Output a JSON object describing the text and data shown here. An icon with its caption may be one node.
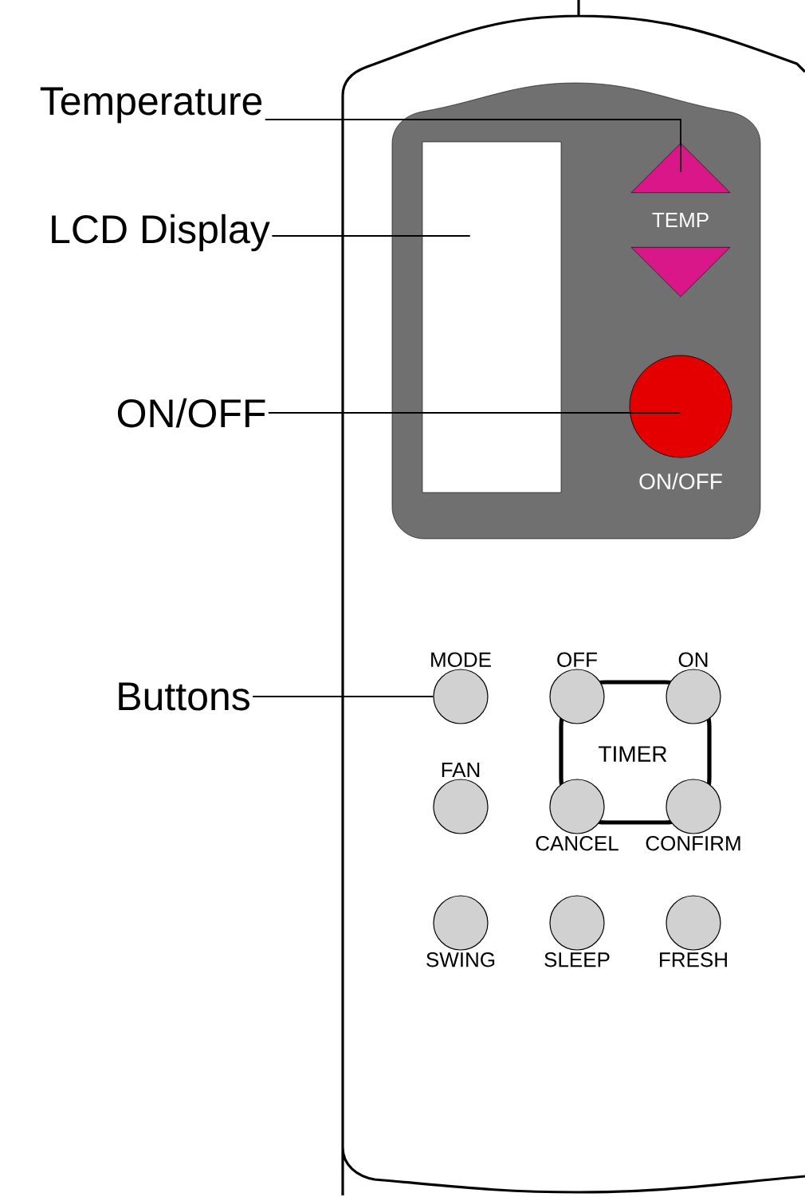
{
  "diagram": {
    "nodes": [
      {
        "text": [
          "Temperature"
        ]
      },
      {
        "text": [
          "LCD Display"
        ]
      },
      {
        "text": [
          "ON/OFF"
        ]
      },
      {
        "text": [
          "Buttons"
        ]
      },
      {
        "text": [],
        "shape": "triangle"
      },
      {
        "text": [],
        "shape": "triangle"
      },
      {
        "text": [],
        "shape": "box"
      },
      {
        "text": [
          "ON/OFF"
        ]
      },
      {
        "text": [
          "MODE"
        ]
      },
      {
        "text": [
          "OFF"
        ]
      },
      {
        "text": [
          "ON"
        ]
      },
      {
        "text": [
          "FAN"
        ]
      },
      {
        "text": [
          "CANCEL"
        ]
      },
      {
        "text": [
          "CONFIRM"
        ]
      },
      {
        "text": [
          "SWING"
        ]
      },
      {
        "text": [
          "SLEEP"
        ]
      },
      {
        "text": [
          "FRESH"
        ]
      }
    ],
    "edges": [
      {
        "from": 0,
        "to": 4,
        "arrow": "none"
      },
      {
        "from": 1,
        "to": 6,
        "arrow": "none"
      },
      {
        "from": 2,
        "to": 7,
        "arrow": "none"
      },
      {
        "from": 3,
        "to": 8,
        "arrow": "none"
      }
    ],
    "labels": [
      "TEMP",
      "TIMER"
    ]
  }
}
